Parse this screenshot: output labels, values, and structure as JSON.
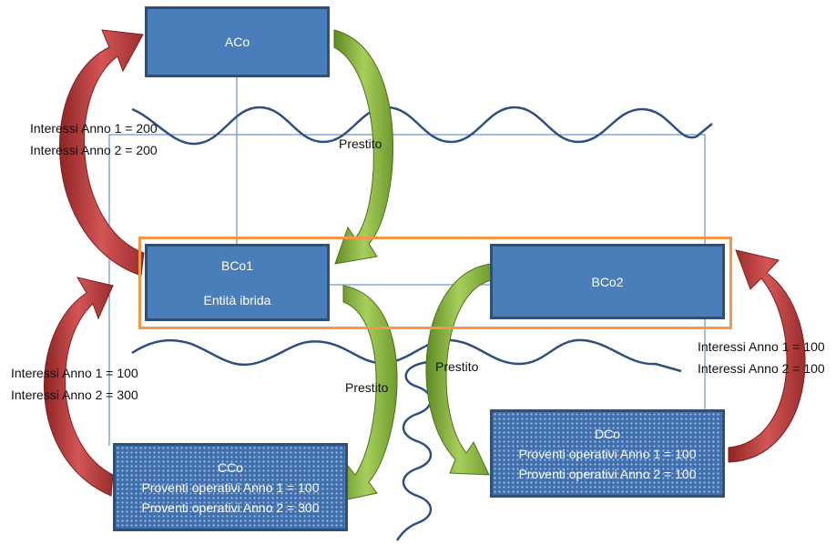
{
  "entities": {
    "aco": {
      "name": "ACo"
    },
    "bco1": {
      "name": "BCo1",
      "subtitle": "Entità ibrida"
    },
    "bco2": {
      "name": "BCo2"
    },
    "cco": {
      "name": "CCo",
      "line1": "Proventi operativi Anno 1 = 100",
      "line2": "Proventi operativi Anno 2 = 300"
    },
    "dco": {
      "name": "DCo",
      "line1": "Proventi operativi Anno 1 = 100",
      "line2": "Proventi operativi Anno 2 = 100"
    }
  },
  "loans": {
    "aco_to_bco1": "Prestito",
    "bco1_to_cco": "Prestito",
    "bco2_to_dco": "Prestito"
  },
  "interest": {
    "bco1_to_aco": {
      "year1": "Interessi Anno 1 = 200",
      "year2": "Interessi Anno 2 = 200"
    },
    "cco_to_bco1": {
      "year1": "Interessi Anno 1 = 100",
      "year2": "Interessi Anno 2 = 300"
    },
    "dco_to_bco2": {
      "year1": "Interessi Anno 1 = 100",
      "year2": "Interessi Anno 2 = 100"
    }
  },
  "colors": {
    "box_fill": "#4a7ebb",
    "box_border": "#2f4f73",
    "hybrid_border": "#f79646",
    "loan_arrow": "#7aa33a",
    "interest_arrow": "#b03a3a",
    "wave": "#2f4f7f",
    "connector": "#4a7ebb"
  }
}
